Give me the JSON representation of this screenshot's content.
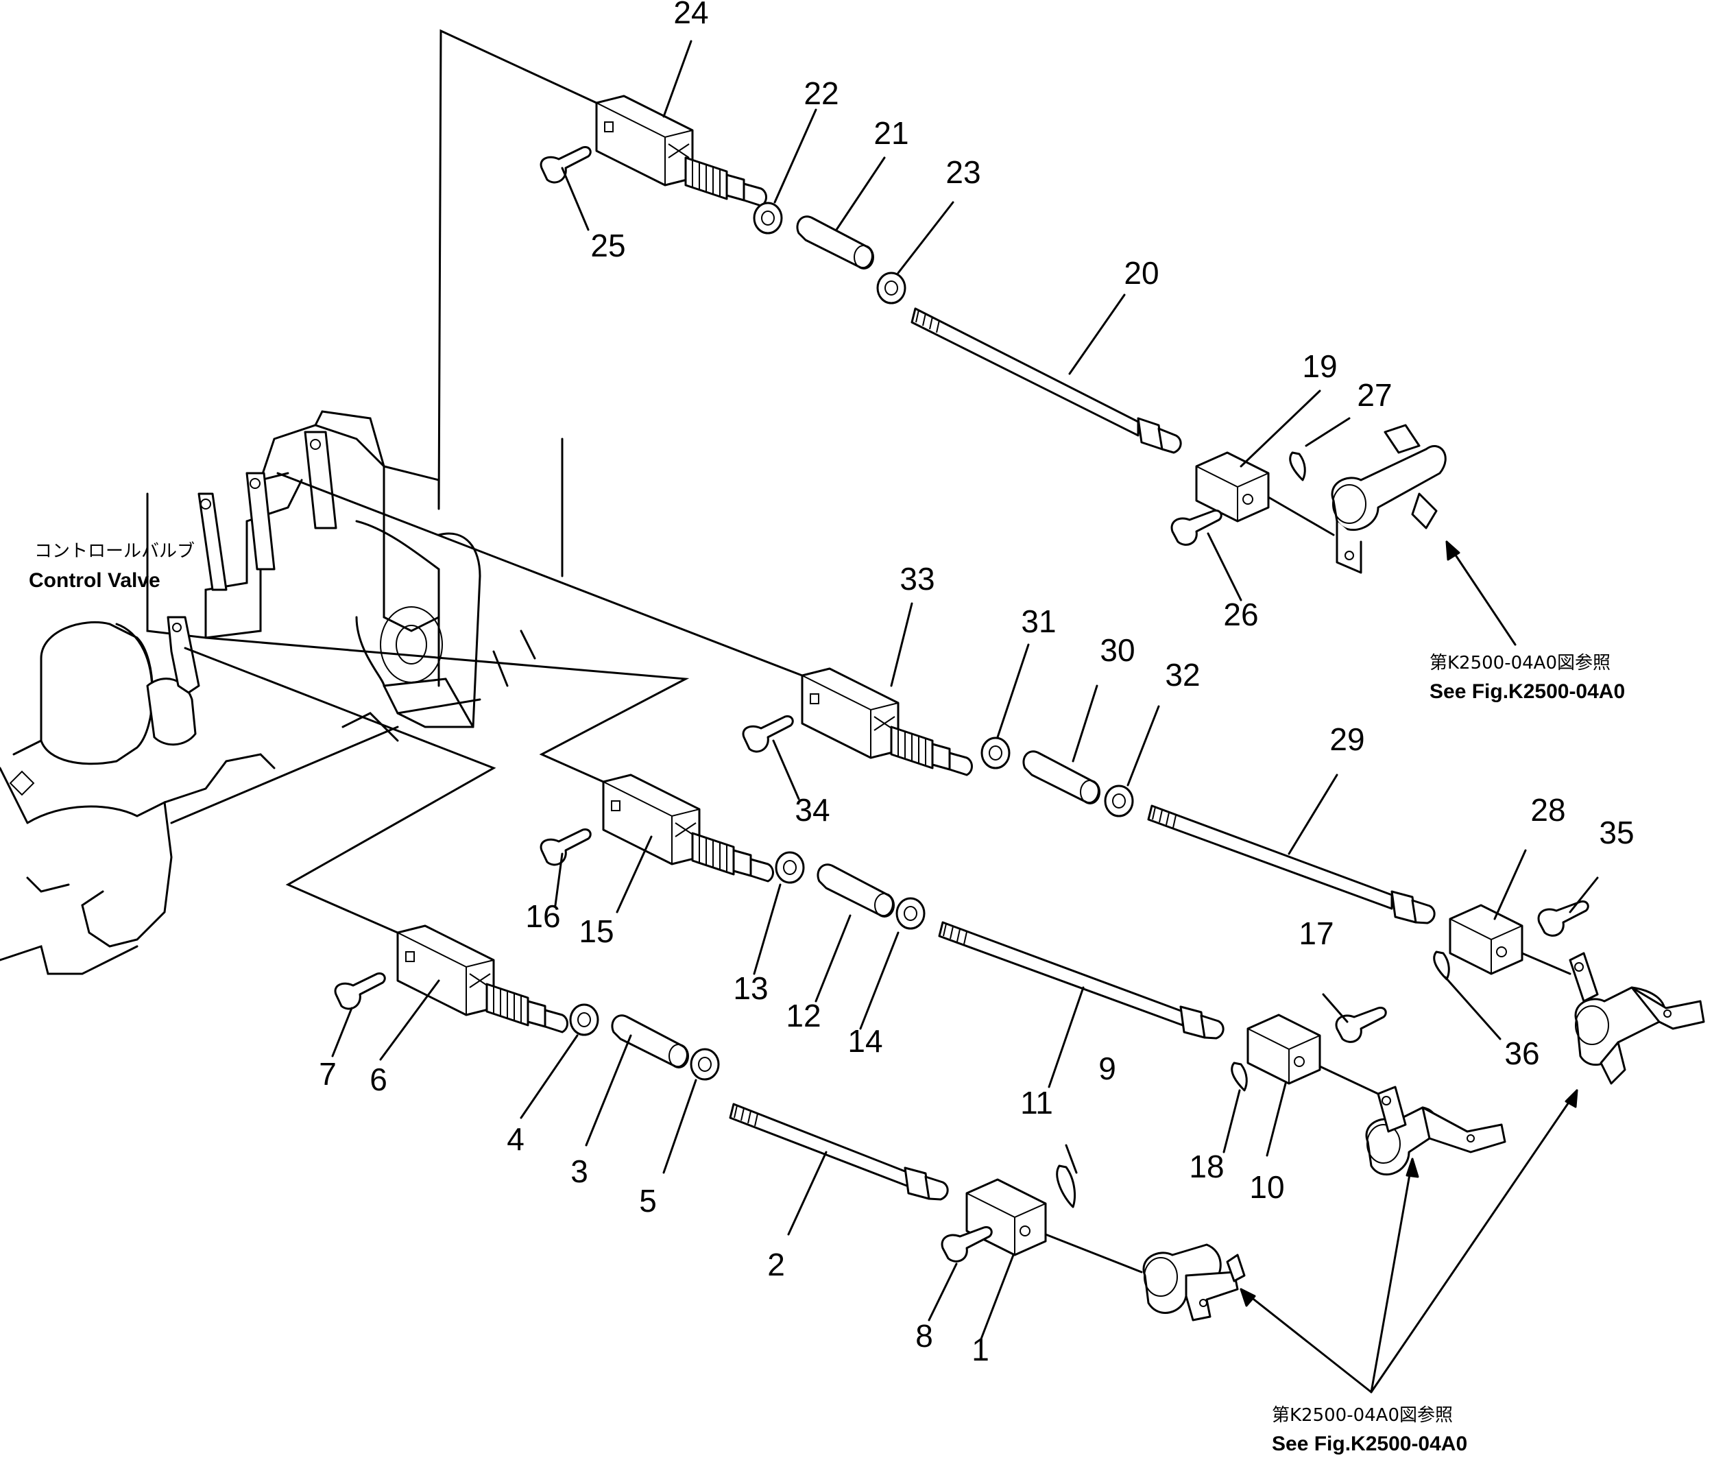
{
  "labels": {
    "control_valve_jp": "コントロールバルブ",
    "control_valve_en": "Control  Valve",
    "ref_top_jp": "第K2500-04A0図参照",
    "ref_top_en": "See Fig.K2500-04A0",
    "ref_bottom_jp": "第K2500-04A0図参照",
    "ref_bottom_en": "See Fig.K2500-04A0"
  },
  "callouts": [
    "1",
    "2",
    "3",
    "4",
    "5",
    "6",
    "7",
    "8",
    "9",
    "10",
    "11",
    "12",
    "13",
    "14",
    "15",
    "16",
    "17",
    "18",
    "19",
    "20",
    "21",
    "22",
    "23",
    "24",
    "25",
    "26",
    "27",
    "28",
    "29",
    "30",
    "31",
    "32",
    "33",
    "34",
    "35",
    "36"
  ],
  "colors": {
    "ink": "#000000",
    "paper": "#ffffff"
  }
}
